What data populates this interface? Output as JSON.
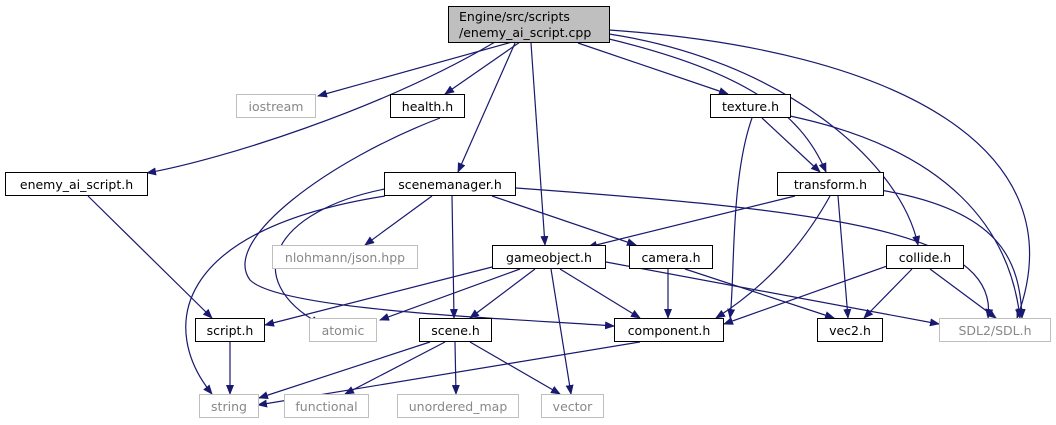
{
  "colors": {
    "edge": "#191970",
    "node_border": "#000000",
    "external_border": "#bfbfbf",
    "external_text": "#888888",
    "root_fill": "#bfbfbf"
  },
  "nodes": {
    "root_line1": "Engine/src/scripts",
    "root_line2": "/enemy_ai_script.cpp",
    "iostream": "iostream",
    "health_h": "health.h",
    "texture_h": "texture.h",
    "enemy_ai_script_h": "enemy_ai_script.h",
    "scenemanager_h": "scenemanager.h",
    "transform_h": "transform.h",
    "nlohmann_json_hpp": "nlohmann/json.hpp",
    "gameobject_h": "gameobject.h",
    "camera_h": "camera.h",
    "collide_h": "collide.h",
    "script_h": "script.h",
    "atomic": "atomic",
    "scene_h": "scene.h",
    "component_h": "component.h",
    "vec2_h": "vec2.h",
    "sdl2_sdl_h": "SDL2/SDL.h",
    "string": "string",
    "functional": "functional",
    "unordered_map": "unordered_map",
    "vector": "vector"
  }
}
